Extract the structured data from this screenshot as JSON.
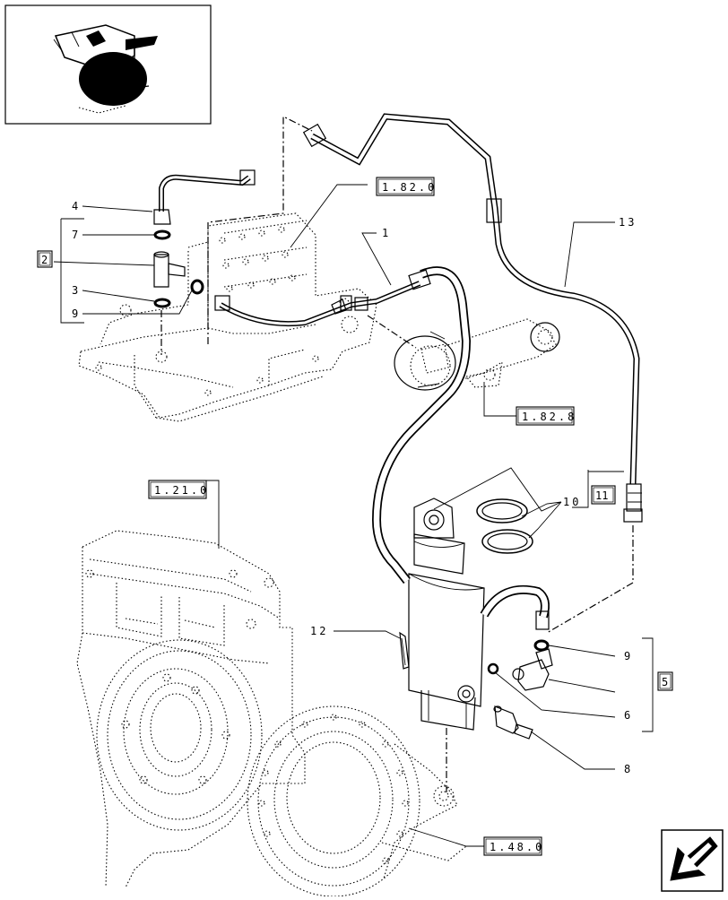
{
  "callouts": [
    {
      "id": "c1",
      "text": "1"
    },
    {
      "id": "c2",
      "text": "2"
    },
    {
      "id": "c3",
      "text": "3"
    },
    {
      "id": "c4",
      "text": "4"
    },
    {
      "id": "c5",
      "text": "5"
    },
    {
      "id": "c6",
      "text": "6"
    },
    {
      "id": "c7",
      "text": "7"
    },
    {
      "id": "c8",
      "text": "8"
    },
    {
      "id": "c9a",
      "text": "9"
    },
    {
      "id": "c9b",
      "text": "9"
    },
    {
      "id": "c10",
      "text": "10"
    },
    {
      "id": "c11",
      "text": "11"
    },
    {
      "id": "c12",
      "text": "12"
    },
    {
      "id": "c13",
      "text": "13"
    }
  ],
  "references": [
    {
      "id": "r1820",
      "text": "1.82.0"
    },
    {
      "id": "r1828",
      "text": "1.82.8"
    },
    {
      "id": "r1210",
      "text": "1.21.0"
    },
    {
      "id": "r1480",
      "text": "1.48.0"
    }
  ]
}
